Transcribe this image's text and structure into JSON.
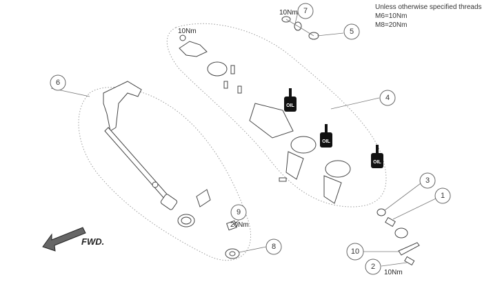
{
  "notes": {
    "line1": "Unless otherwise specified threads",
    "line2": "M6=10Nm",
    "line3": "M8=20Nm"
  },
  "callouts": [
    {
      "number": "1"
    },
    {
      "number": "2",
      "torque": "10Nm"
    },
    {
      "number": "3"
    },
    {
      "number": "4"
    },
    {
      "number": "5"
    },
    {
      "number": "6"
    },
    {
      "number": "7",
      "torque": "10Nm"
    },
    {
      "number": "8"
    },
    {
      "number": "9",
      "torque": "20Nm"
    },
    {
      "number": "10"
    }
  ],
  "top_cap_torque": "10Nm",
  "oil_label": "OIL",
  "direction_label": "FWD.",
  "colors": {
    "oil_can": "#111111",
    "line": "#444444"
  }
}
